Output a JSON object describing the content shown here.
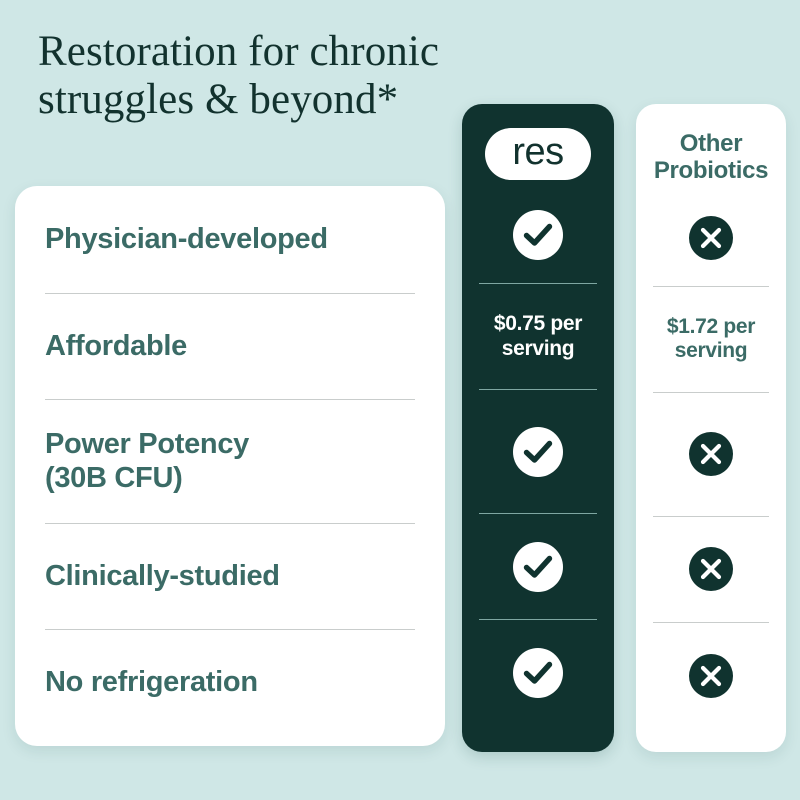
{
  "headline": {
    "line1": "Restoration for chronic",
    "line2": "struggles & beyond*"
  },
  "colors": {
    "background": "#cfe7e6",
    "dark_teal": "#10332f",
    "label_teal": "#3b6b66",
    "headline": "#12322e",
    "white": "#ffffff",
    "divider_light": "#c9cdcc",
    "divider_dark_col": "#7fa7a2"
  },
  "columns": {
    "brand": {
      "logo_text": "res"
    },
    "other": {
      "title_line1": "Other",
      "title_line2": "Probiotics"
    }
  },
  "comparison": {
    "rows": [
      {
        "feature": "Physician-developed",
        "feature_line2": "",
        "res": {
          "type": "check",
          "icon": "check-circle-icon",
          "text": ""
        },
        "other": {
          "type": "cross",
          "icon": "x-circle-icon",
          "text": ""
        }
      },
      {
        "feature": "Affordable",
        "feature_line2": "",
        "res": {
          "type": "text",
          "icon": "",
          "text": "$0.75 per serving"
        },
        "other": {
          "type": "text",
          "icon": "",
          "text": "$1.72 per serving"
        }
      },
      {
        "feature": "Power Potency",
        "feature_line2": "(30B CFU)",
        "res": {
          "type": "check",
          "icon": "check-circle-icon",
          "text": ""
        },
        "other": {
          "type": "cross",
          "icon": "x-circle-icon",
          "text": ""
        }
      },
      {
        "feature": "Clinically-studied",
        "feature_line2": "",
        "res": {
          "type": "check",
          "icon": "check-circle-icon",
          "text": ""
        },
        "other": {
          "type": "cross",
          "icon": "x-circle-icon",
          "text": ""
        }
      },
      {
        "feature": "No refrigeration",
        "feature_line2": "",
        "res": {
          "type": "check",
          "icon": "check-circle-icon",
          "text": ""
        },
        "other": {
          "type": "cross",
          "icon": "x-circle-icon",
          "text": ""
        }
      }
    ],
    "prices": {
      "res_price_line1": "$0.75 per",
      "res_price_line2": "serving",
      "other_price_line1": "$1.72 per",
      "other_price_line2": "serving"
    }
  }
}
